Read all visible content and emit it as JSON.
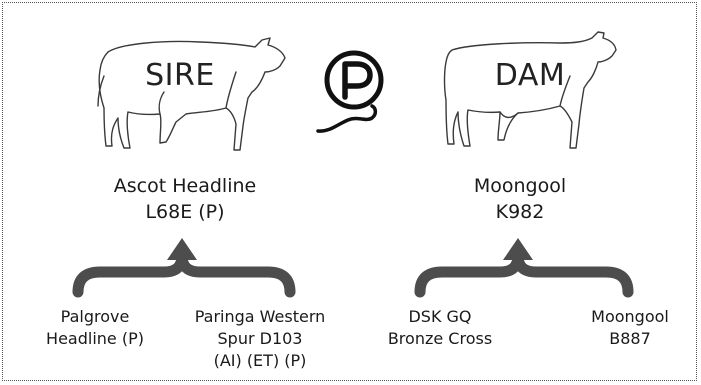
{
  "sire": {
    "label": "SIRE",
    "name_line1": "Ascot Headline",
    "name_line2": "L68E (P)",
    "ancestors": [
      {
        "line1": "Palgrove",
        "line2": "Headline (P)",
        "line3": ""
      },
      {
        "line1": "Paringa Western",
        "line2": "Spur D103",
        "line3": "(AI) (ET) (P)"
      }
    ]
  },
  "dam": {
    "label": "DAM",
    "name_line1": "Moongool",
    "name_line2": "K982",
    "ancestors": [
      {
        "line1": "DSK GQ",
        "line2": "Bronze Cross",
        "line3": ""
      },
      {
        "line1": "Moongool",
        "line2": "B887",
        "line3": ""
      }
    ]
  },
  "poll_symbol": {
    "letter": "P",
    "icon": "polled-symbol-icon"
  },
  "colors": {
    "bracket": "#4d4d4d",
    "outline": "#3a3a3a",
    "text": "#1a1a1a"
  }
}
